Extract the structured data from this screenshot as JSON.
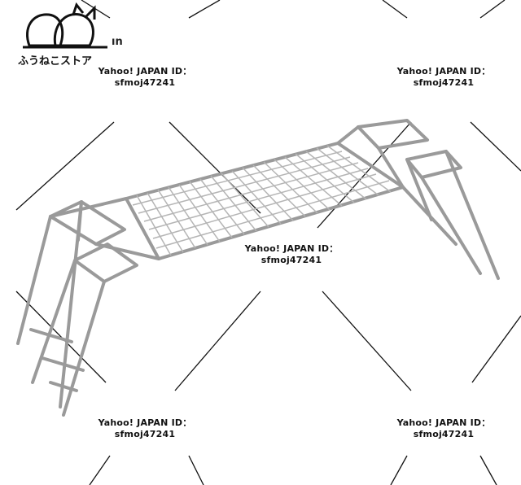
{
  "shop": {
    "name": "ふうねこストア",
    "suffix": "ın"
  },
  "watermark": {
    "line1": "Yahoo! JAPAN ID：",
    "line2": "sfmoj47241"
  },
  "colors": {
    "metal": "#8a8a8a",
    "metal_light": "#c8c8c8",
    "ink": "#111111"
  }
}
